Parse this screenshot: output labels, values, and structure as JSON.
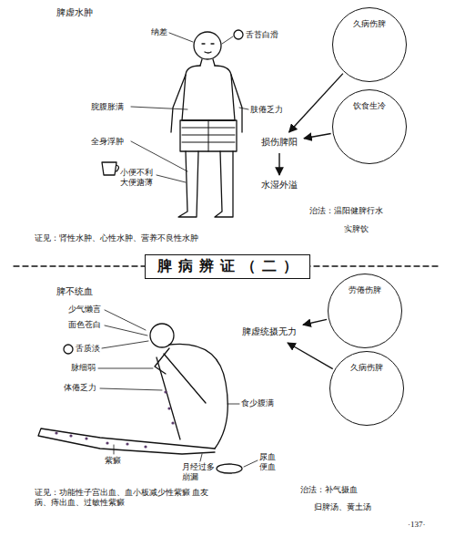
{
  "diagram": {
    "title": "脾病辨证（二）",
    "nodes": [
      {
        "text": [
          "久病伤脾"
        ]
      },
      {
        "text": [
          "饮食生冷"
        ]
      },
      {
        "text": [
          "损伤脾阳"
        ]
      },
      {
        "text": [
          "水湿外溢"
        ]
      },
      {
        "text": [
          "劳倦伤脾"
        ]
      },
      {
        "text": [
          "久病伤脾"
        ]
      },
      {
        "text": [
          "脾虚统摄无力"
        ]
      }
    ],
    "edges": [
      {
        "from": 0,
        "to": 2,
        "arrow": "to"
      },
      {
        "from": 1,
        "to": 2,
        "arrow": "to"
      },
      {
        "from": 2,
        "to": 3,
        "arrow": "to"
      },
      {
        "from": 4,
        "to": 6,
        "arrow": "to"
      },
      {
        "from": 5,
        "to": 6,
        "arrow": "to"
      }
    ],
    "labels": [
      "脾虚水肿",
      "纳差",
      "舌苔白滑",
      "脘腹胀满",
      "肢倦乏力",
      "全身浮肿",
      "小便不利 大便溏薄",
      "证见：肾性水肿、心性水肿、营养不良性水肿",
      "治法：温阳健脾行水",
      "实脾饮",
      "脾不统血",
      "少气懒言",
      "面色苍白",
      "舌质淡",
      "脉细弱",
      "体倦乏力",
      "食少腹满",
      "紫癜",
      "月经过多 崩漏",
      "尿血 便血",
      "证见：功能性子宫出血、血小板减少性紫癜 血友病、痔出血、过敏性紫癜",
      "治法：补气摄血",
      "归脾汤、黄土汤",
      "·137·"
    ]
  }
}
